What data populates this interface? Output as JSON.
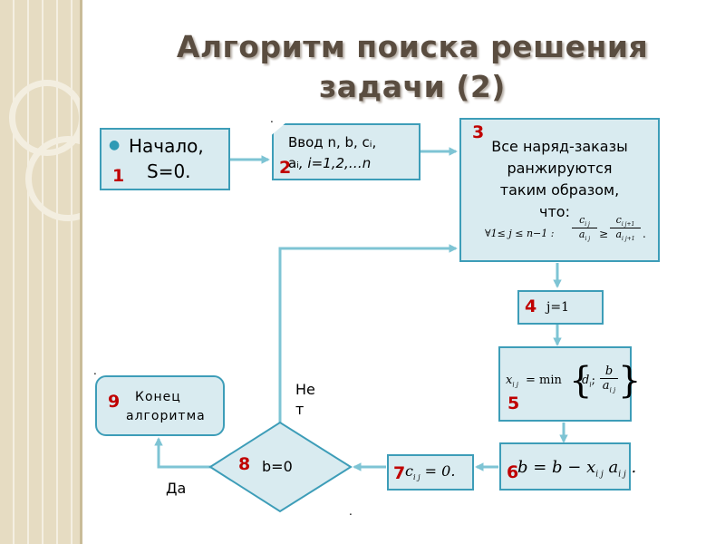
{
  "title": {
    "line1": "Алгоритм поиска решения",
    "line2": "задачи (2)"
  },
  "blocks": {
    "b1": {
      "num": "1",
      "line1": "Начало,",
      "line2": "S=0."
    },
    "b2": {
      "num": "2",
      "line1": "Ввод n, b, cᵢ,",
      "line2_a": "aᵢ",
      "line2_b": ", i=1,2,…n"
    },
    "b3": {
      "num": "3",
      "lines": [
        "Все наряд-заказы",
        "ранжируются",
        "таким образом,",
        "что:"
      ],
      "formula_lhs": "∀1≤ j ≤ n−1 :",
      "formula_ge": "≥",
      "formula_end": ".",
      "frac1_num": "c",
      "frac1_num_sub": "i j",
      "frac1_den": "a",
      "frac1_den_sub": "i j",
      "frac2_num": "c",
      "frac2_num_sub": "i j+1",
      "frac2_den": "a",
      "frac2_den_sub": "i j+1"
    },
    "b4": {
      "num": "4",
      "text": "j=1"
    },
    "b5": {
      "num": "5",
      "lhs": "x",
      "lhs_sub": "i j",
      "eq": "= min",
      "d": "d",
      "d_sub": "i",
      "sep": ";",
      "b": "b",
      "a": "a",
      "a_sub": "i j",
      "end": "."
    },
    "b6": {
      "num": "6",
      "text_a": "b = b − x",
      "x_sub": "i j",
      "text_b": " a",
      "a_sub": "i j",
      "end": " ."
    },
    "b7": {
      "num": "7",
      "c": "c",
      "c_sub": "i j",
      "rest": " = 0."
    },
    "b8": {
      "num": "8",
      "text": "b=0"
    },
    "b9": {
      "num": "9",
      "line1": "Конец",
      "line2": "алгоритма"
    }
  },
  "labels": {
    "no_1": "Не",
    "no_2": "т",
    "yes": "Да"
  },
  "colors": {
    "box_fill": "#d9ebf0",
    "box_border": "#3d9db8",
    "arrow": "#7ec4d4",
    "number": "#c00000",
    "title": "#5a4d40",
    "sidebar": "#e6dcc2"
  }
}
